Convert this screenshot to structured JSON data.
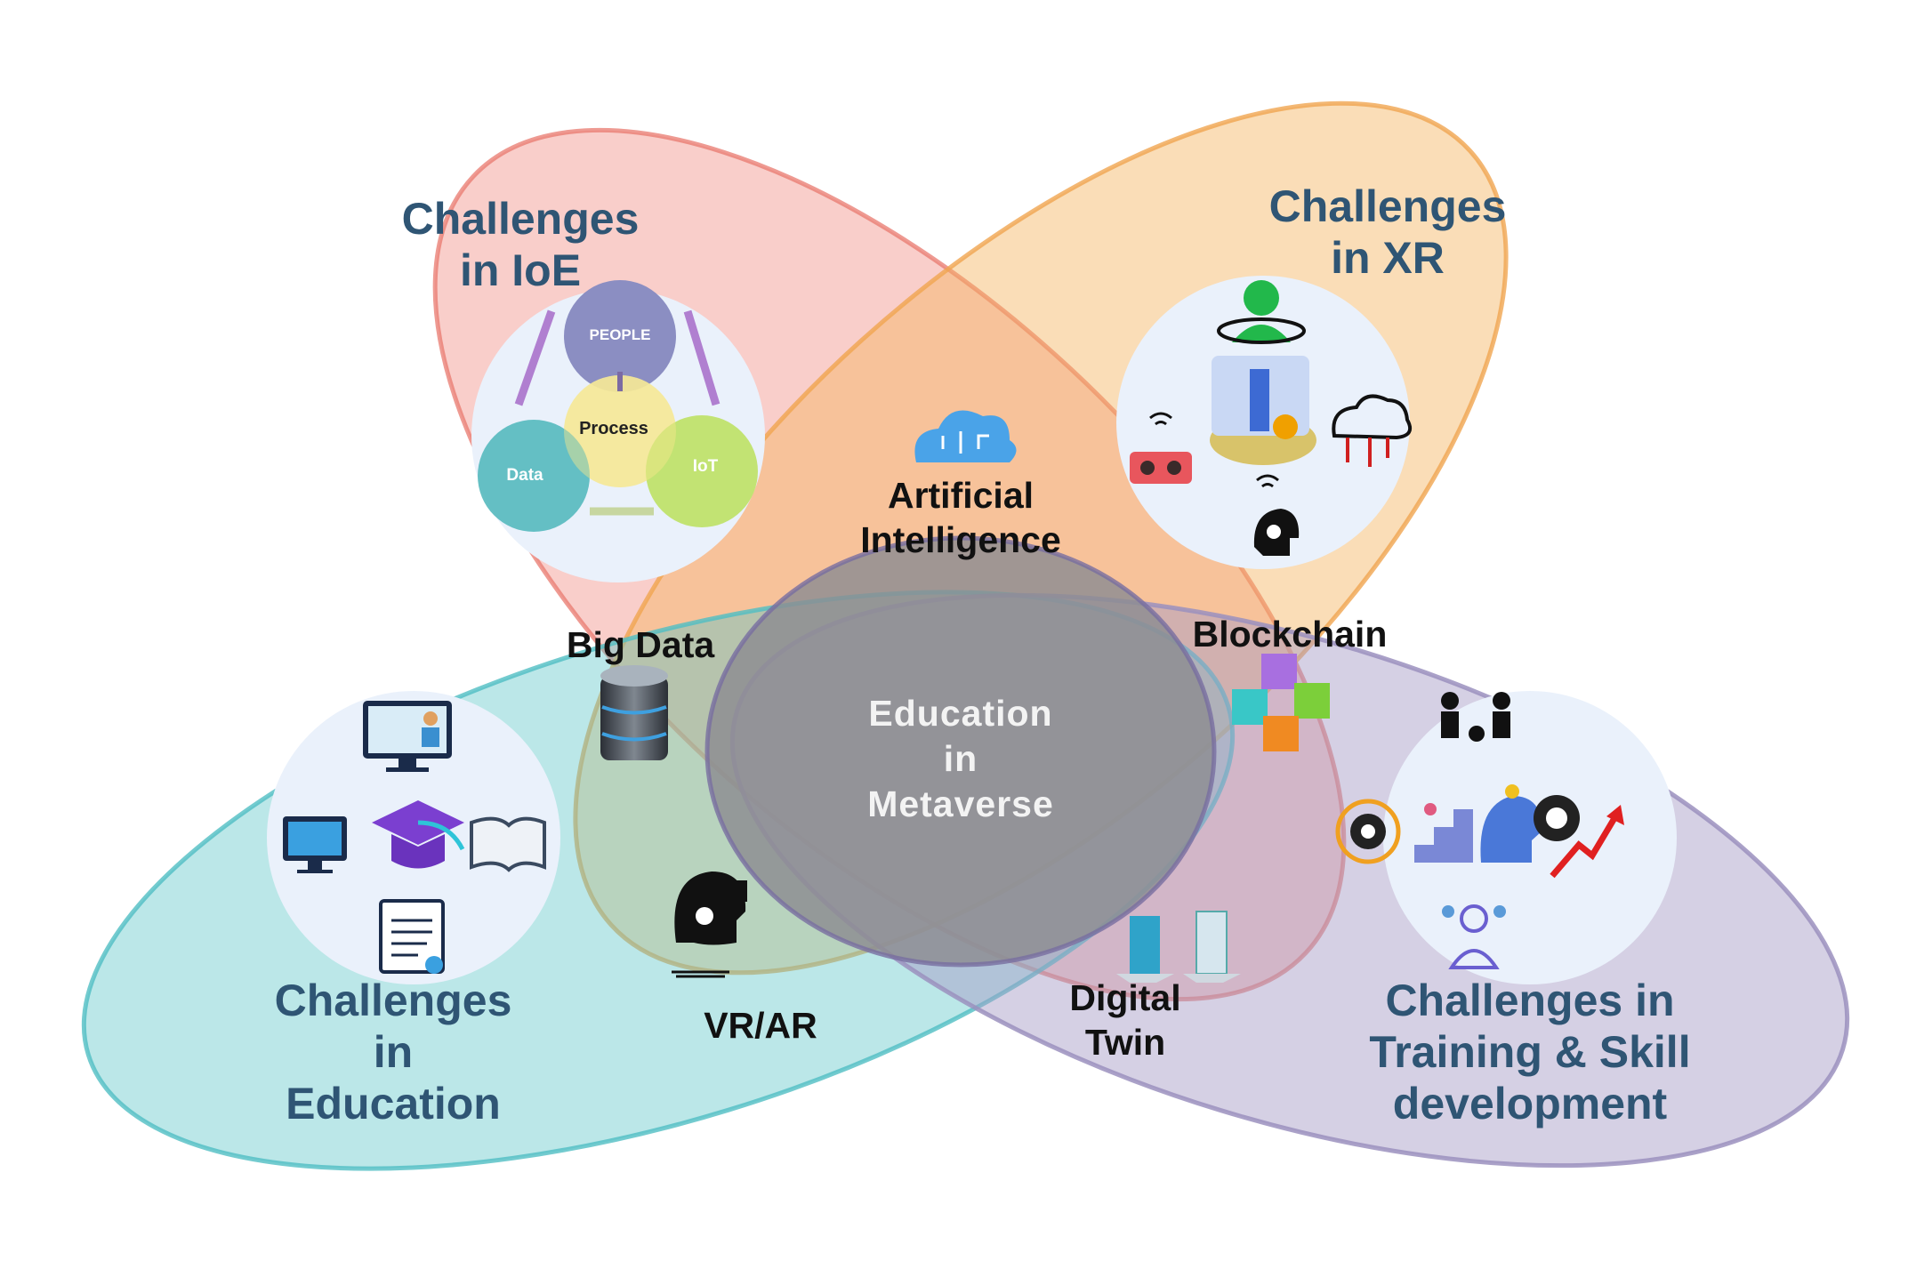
{
  "center": {
    "lines": [
      "Education",
      "in",
      "Metaverse"
    ]
  },
  "petals": {
    "ioe": {
      "lines": [
        "Challenges",
        "in IoE"
      ],
      "color": "#f08a80"
    },
    "xr": {
      "lines": [
        "Challenges",
        "in XR"
      ],
      "color": "#f5b35f"
    },
    "education": {
      "lines": [
        "Challenges",
        "in",
        "Education"
      ],
      "color": "#5cc6c9"
    },
    "training": {
      "lines": [
        "Challenges in",
        "Training & Skill",
        "development"
      ],
      "color": "#a79dc7"
    }
  },
  "technologies": {
    "ai": {
      "lines": [
        "Artificial",
        "Intelligence"
      ],
      "icon": "cloud-circuit-icon"
    },
    "big_data": {
      "label": "Big Data",
      "icon": "database-icon"
    },
    "blockchain": {
      "label": "Blockchain",
      "icon": "blockchain-cubes-icon"
    },
    "vr_ar": {
      "label": "VR/AR",
      "icon": "vr-headset-icon"
    },
    "digital_twin": {
      "lines": [
        "Digital",
        "Twin"
      ],
      "icon": "twin-buildings-icon"
    }
  },
  "ioe_cycle": {
    "people": "PEOPLE",
    "process": "Process",
    "data": "Data",
    "iot": "IoT"
  },
  "title_color": "#2f5574"
}
